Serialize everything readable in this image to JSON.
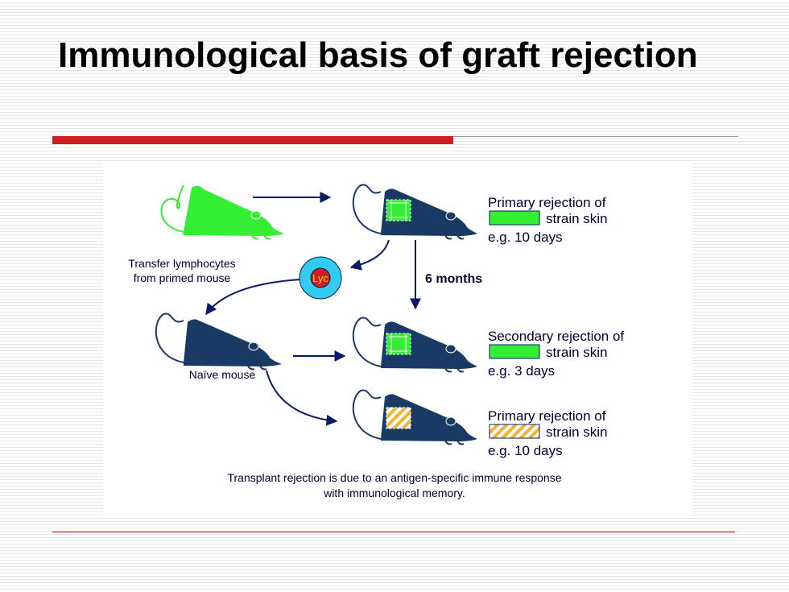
{
  "slide": {
    "title": "Immunological basis of graft rejection"
  },
  "diagram": {
    "transfer_label_line1": "Transfer lymphocytes",
    "transfer_label_line2": "from primed mouse",
    "lymphocyte_label": "Lyc",
    "interval_label": "6 months",
    "naive_label": "Naïve mouse",
    "outcomes": [
      {
        "line1": "Primary rejection of",
        "line2": "strain skin",
        "line3": "e.g. 10 days"
      },
      {
        "line1": "Secondary rejection of",
        "line2": "strain skin",
        "line3": "e.g. 3 days"
      },
      {
        "line1": "Primary rejection of",
        "line2": "strain skin",
        "line3": "e.g. 10 days"
      }
    ],
    "caption_line1": "Transplant rejection is due to an antigen-specific immune response",
    "caption_line2": "with immunological memory.",
    "colors": {
      "donor_green": "#33ee33",
      "recipient_navy": "#1a3a66",
      "arrow_navy": "#0a1a66",
      "third_party_orange": "#f2b233",
      "lymphocyte_ring": "#33ccee",
      "lymphocyte_core": "#cc1f1f",
      "lymphocyte_text": "#ffcc00"
    }
  }
}
